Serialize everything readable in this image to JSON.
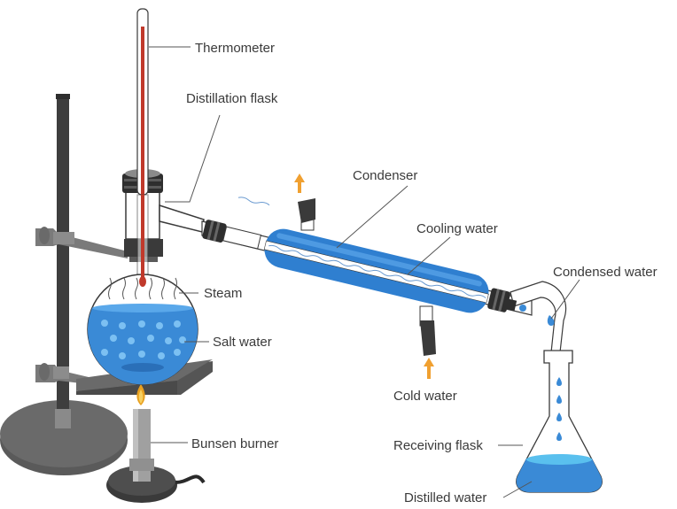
{
  "labels": {
    "thermometer": "Thermometer",
    "distillation_flask": "Distillation flask",
    "condenser": "Condenser",
    "cooling_water": "Cooling water",
    "condensed_water": "Condensed water",
    "steam": "Steam",
    "salt_water": "Salt water",
    "cold_water": "Cold water",
    "receiving_flask": "Receiving flask",
    "bunsen_burner": "Bunsen burner",
    "distilled_water": "Distilled water"
  },
  "colors": {
    "water": "#3a8ad6",
    "water_light": "#5aa8ea",
    "condenser": "#2f7fd0",
    "stand": "#4a4a4a",
    "arrow": "#f0a030",
    "thermometer_red": "#c0392b",
    "glass": "#ffffff",
    "outline": "#3a3a3a"
  }
}
